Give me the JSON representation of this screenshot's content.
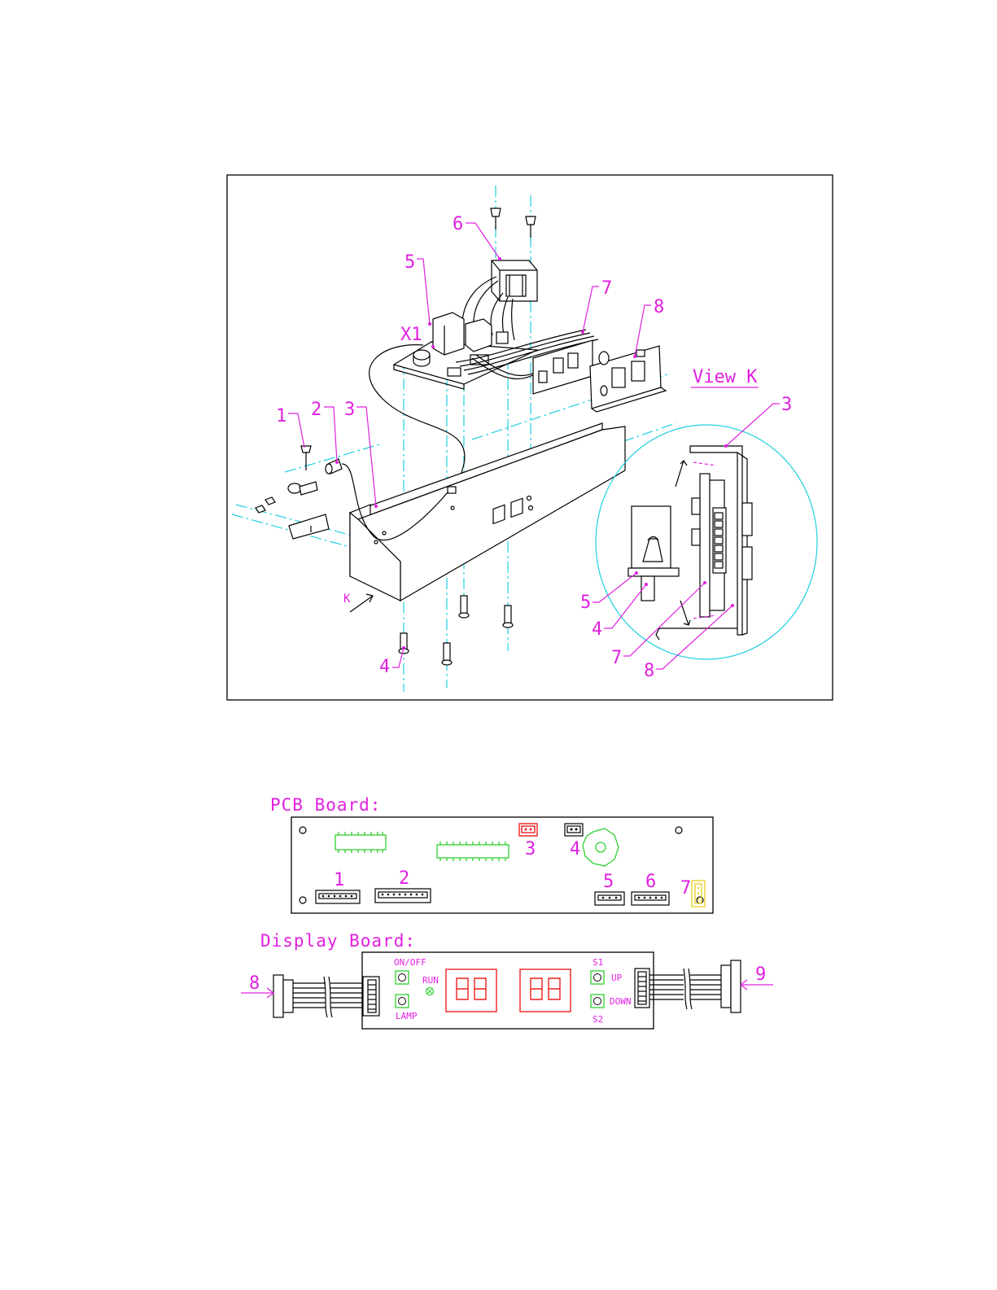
{
  "exploded_view": {
    "labels": {
      "n1": "1",
      "n2": "2",
      "n3": "3",
      "n4": "4",
      "n5": "5",
      "n6": "6",
      "n7": "7",
      "n8": "8",
      "x1": "X1"
    },
    "view_k_label": "K",
    "view_title": "View K",
    "view_labels": {
      "n3": "3",
      "n4": "4",
      "n5": "5",
      "n7": "7",
      "n8": "8"
    }
  },
  "pcb_board": {
    "title": "PCB Board:",
    "connectors": {
      "c1": "1",
      "c2": "2",
      "c3": "3",
      "c4": "4",
      "c5": "5",
      "c6": "6",
      "c7": "7"
    }
  },
  "display_board": {
    "title": "Display Board:",
    "on_off": "ON/OFF",
    "lamp": "LAMP",
    "run": "RUN",
    "s1": "S1",
    "s2": "S2",
    "up": "UP",
    "down": "DOWN",
    "cable_left": "8",
    "cable_right": "9"
  },
  "colors": {
    "label": "#e020e0",
    "axis": "#20d0e0",
    "ic": "#30d030",
    "digit": "#ee2020",
    "connector_yellow": "#e8d020"
  }
}
